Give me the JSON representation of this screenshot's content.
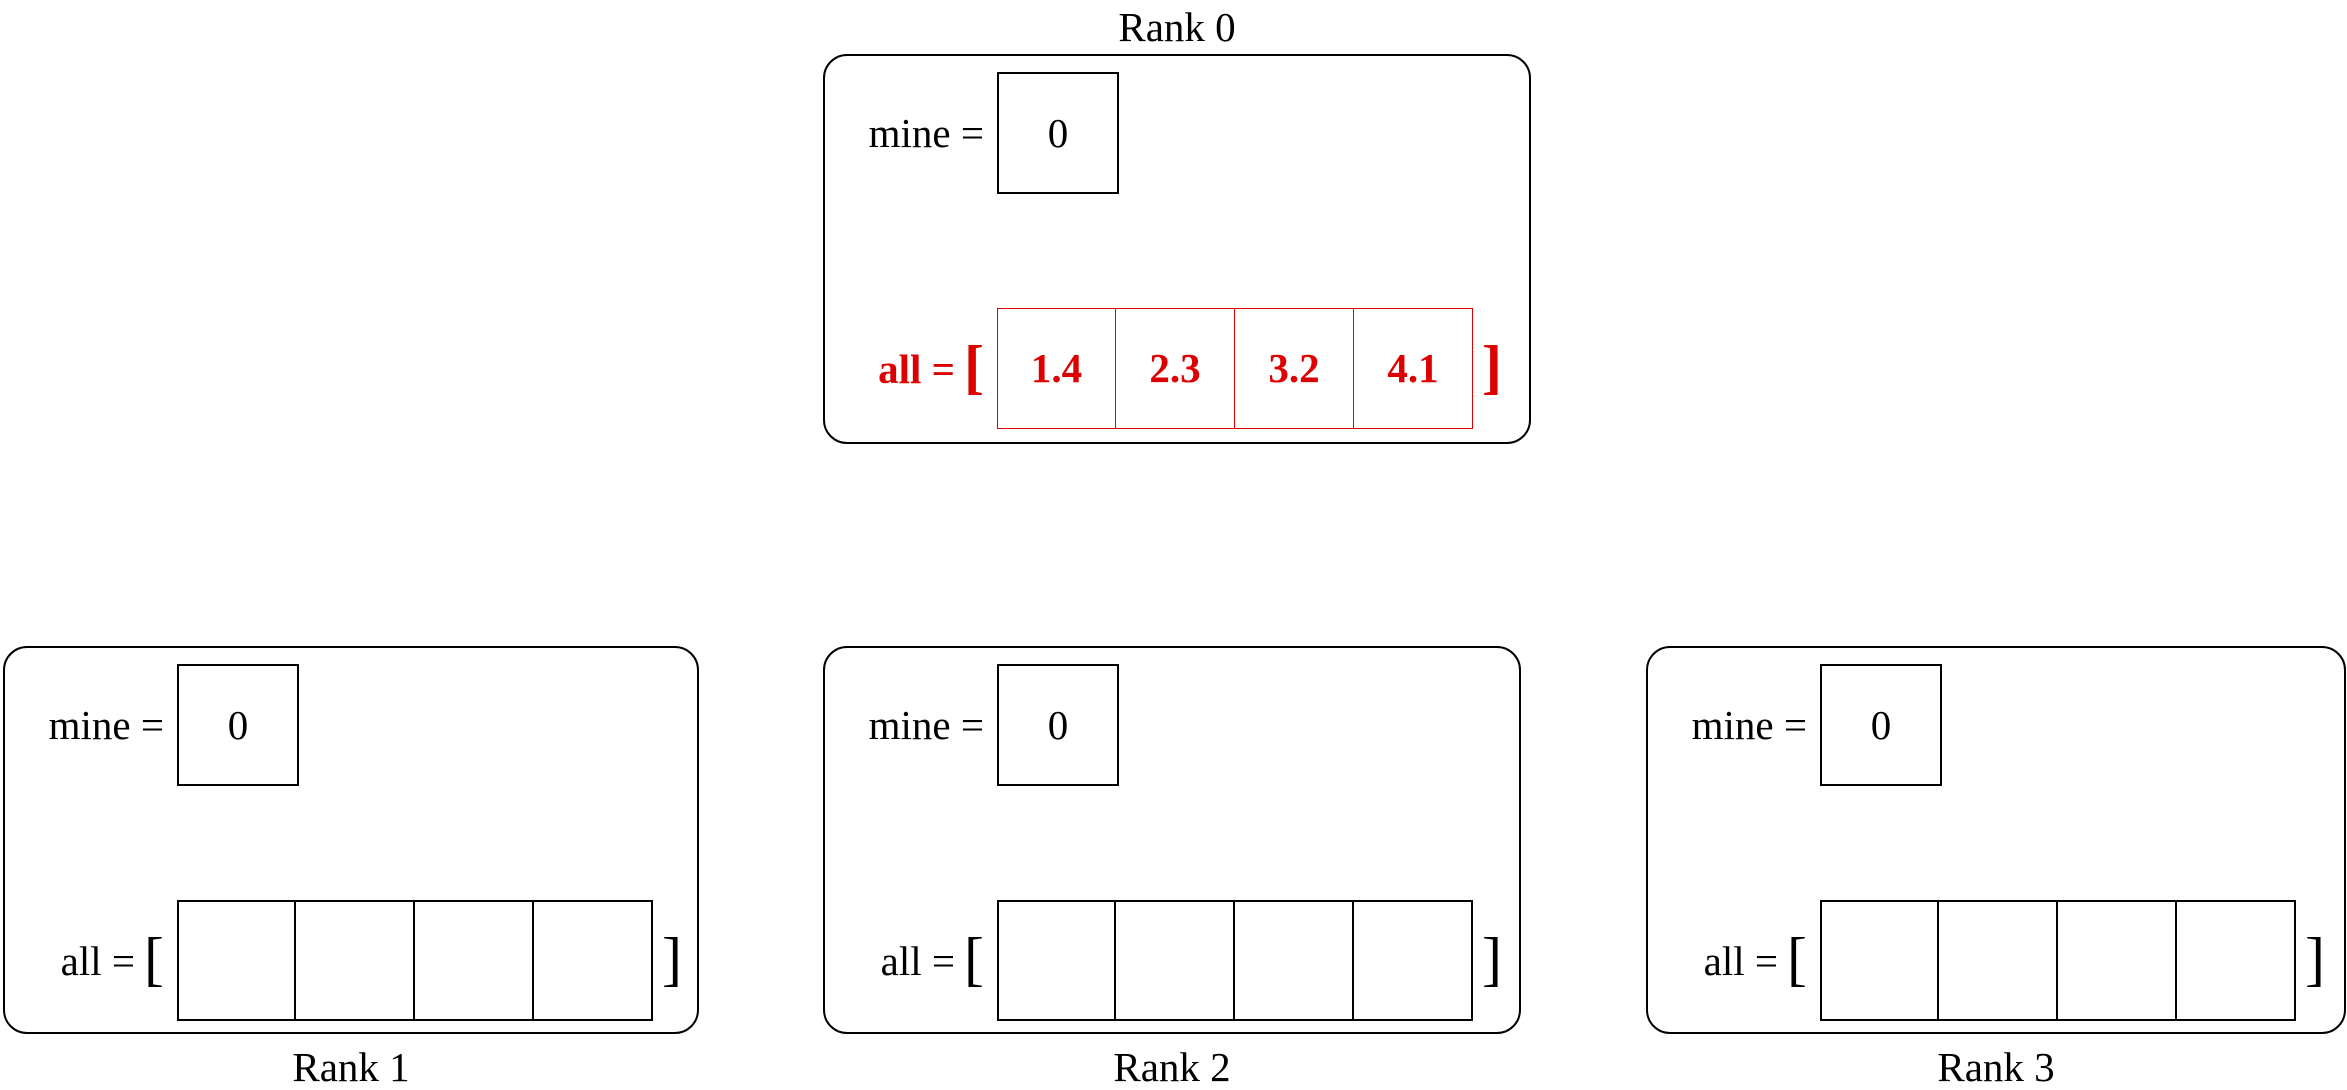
{
  "diagram": {
    "background_color": "#ffffff",
    "stroke_color": "#000000",
    "highlight_color": "#dd0000"
  },
  "labels": {
    "mine_label": "mine =",
    "all_label": "all =",
    "open_bracket": "[",
    "close_bracket": "]"
  },
  "ranks": [
    {
      "title": "Rank 0",
      "title_position": "above",
      "mine_value": "0",
      "all_values": [
        "1.4",
        "2.3",
        "3.2",
        "4.1"
      ],
      "all_highlighted": true
    },
    {
      "title": "Rank 1",
      "title_position": "below",
      "mine_value": "0",
      "all_values": [
        "",
        "",
        "",
        ""
      ],
      "all_highlighted": false
    },
    {
      "title": "Rank 2",
      "title_position": "below",
      "mine_value": "0",
      "all_values": [
        "",
        "",
        "",
        ""
      ],
      "all_highlighted": false
    },
    {
      "title": "Rank 3",
      "title_position": "below",
      "mine_value": "0",
      "all_values": [
        "",
        "",
        "",
        ""
      ],
      "all_highlighted": false
    }
  ]
}
